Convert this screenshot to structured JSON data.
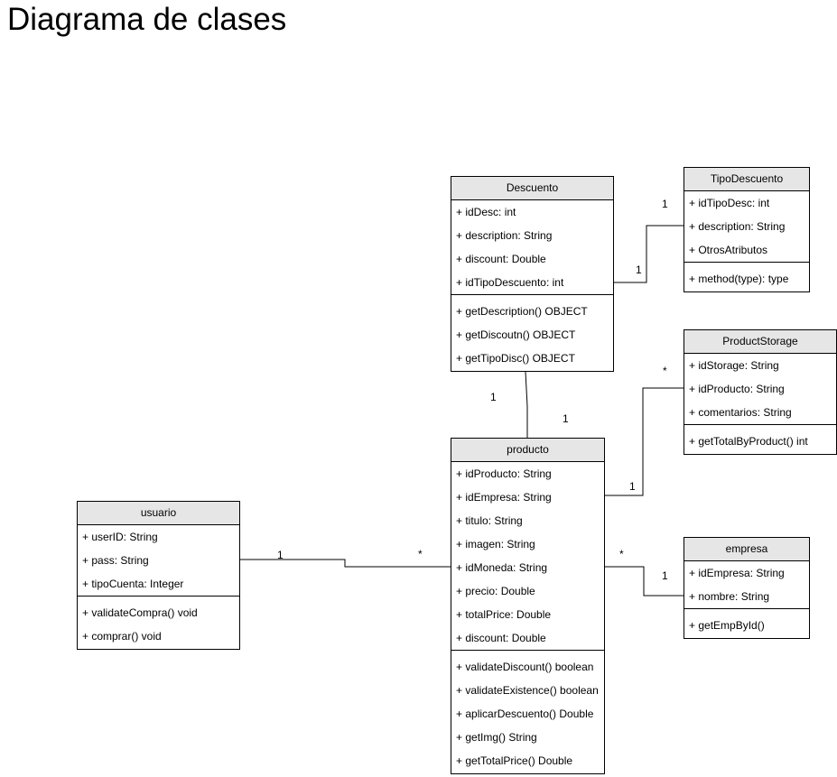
{
  "title": "Diagrama de clases",
  "classes": {
    "descuento": {
      "name": "Descuento",
      "attributes": [
        "+ idDesc: int",
        "+ description: String",
        "+ discount: Double",
        "+ idTipoDescuento: int"
      ],
      "methods": [
        "+ getDescription() OBJECT",
        "+ getDiscoutn() OBJECT",
        "+ getTipoDisc() OBJECT"
      ]
    },
    "tipodescuento": {
      "name": "TipoDescuento",
      "attributes": [
        "+ idTipoDesc: int",
        "+ description: String",
        "+ OtrosAtributos"
      ],
      "methods": [
        "+ method(type): type"
      ]
    },
    "productstorage": {
      "name": "ProductStorage",
      "attributes": [
        "+ idStorage: String",
        "+ idProducto: String",
        "+ comentarios: String"
      ],
      "methods": [
        "+ getTotalByProduct() int"
      ]
    },
    "producto": {
      "name": "producto",
      "attributes": [
        "+ idProducto: String",
        "+ idEmpresa: String",
        "+ titulo: String",
        "+ imagen: String",
        "+ idMoneda: String",
        "+ precio: Double",
        "+ totalPrice: Double",
        "+ discount: Double"
      ],
      "methods": [
        "+ validateDiscount() boolean",
        "+ validateExistence() boolean",
        "+ aplicarDescuento() Double",
        "+ getImg() String",
        "+ getTotalPrice() Double"
      ]
    },
    "usuario": {
      "name": "usuario",
      "attributes": [
        "+ userID: String",
        "+ pass: String",
        "+ tipoCuenta: Integer"
      ],
      "methods": [
        "+ validateCompra() void",
        "+ comprar() void"
      ]
    },
    "empresa": {
      "name": "empresa",
      "attributes": [
        "+ idEmpresa: String",
        "+ nombre: String"
      ],
      "methods": [
        "+ getEmpById()"
      ]
    }
  },
  "multiplicities": {
    "descuento_tipo_near_tipo": "1",
    "descuento_tipo_near_descuento": "1",
    "descuento_producto_near_descuento": "1",
    "descuento_producto_near_producto": "1",
    "storage_producto_near_storage": "*",
    "storage_producto_near_producto": "1",
    "usuario_producto_near_usuario": "1",
    "usuario_producto_near_producto": "*",
    "empresa_producto_near_producto": "*",
    "empresa_producto_near_empresa": "1"
  }
}
